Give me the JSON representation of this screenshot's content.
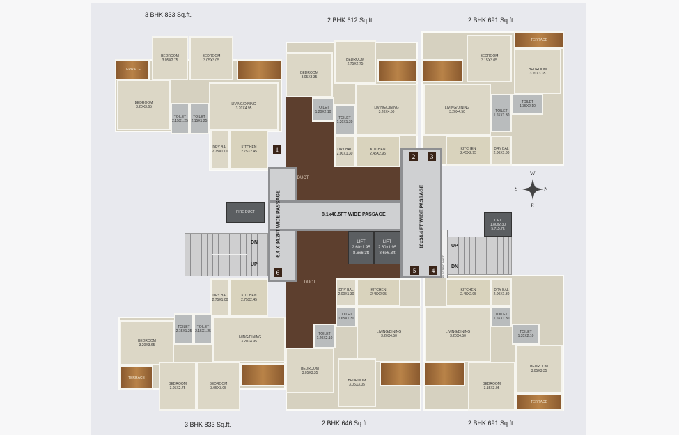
{
  "headings": {
    "top_left": "3 BHK 833 Sq.ft.",
    "top_mid": "2 BHK 612 Sq.ft.",
    "top_right": "2 BHK 691 Sq.ft.",
    "bottom_left": "3 BHK 833 Sq.ft.",
    "bottom_mid": "2 BHK 646 Sq.ft.",
    "bottom_right": "2 BHK 691 Sq.ft."
  },
  "units": [
    {
      "number": "1",
      "rooms": [
        {
          "name": "BEDROOM",
          "size": "3.20X3.65"
        },
        {
          "name": "BEDROOM",
          "size": "3.05X2.75"
        },
        {
          "name": "BEDROOM",
          "size": "3.05X3.05"
        },
        {
          "name": "TERRACE",
          "size": ""
        },
        {
          "name": "",
          "size": ""
        },
        {
          "name": "TOILET",
          "size": "2.15X1.25"
        },
        {
          "name": "TOILET",
          "size": "2.15X1.25"
        },
        {
          "name": "LIVING/DINING",
          "size": "3.20X4.95"
        },
        {
          "name": "KITCHEN",
          "size": "2.75X2.45"
        },
        {
          "name": "DRY BAL",
          "size": "2.75X1.00"
        }
      ]
    },
    {
      "number": "2",
      "rooms": [
        {
          "name": "BEDROOM",
          "size": "3.05X3.35"
        },
        {
          "name": "BEDROOM",
          "size": "2.75X2.75"
        },
        {
          "name": "",
          "size": ""
        },
        {
          "name": "TOILET",
          "size": "1.20X2.10"
        },
        {
          "name": "TOILET",
          "size": "1.20X1.30"
        },
        {
          "name": "LIVING/DINING",
          "size": "3.20X4.50"
        },
        {
          "name": "KITCHEN",
          "size": "2.45X2.95"
        },
        {
          "name": "DRY BAL",
          "size": "2.00X1.30"
        }
      ]
    },
    {
      "number": "3",
      "rooms": [
        {
          "name": "",
          "size": ""
        },
        {
          "name": "BEDROOM",
          "size": "3.15X3.05"
        },
        {
          "name": "TERRACE",
          "size": ""
        },
        {
          "name": "BEDROOM",
          "size": "3.20X3.35"
        },
        {
          "name": "TOILET",
          "size": "1.35X2.10"
        },
        {
          "name": "TOILET",
          "size": "1.65X1.30"
        },
        {
          "name": "LIVING/DINING",
          "size": "3.20X4.50"
        },
        {
          "name": "KITCHEN",
          "size": "2.45X2.95"
        },
        {
          "name": "DRY BAL",
          "size": "2.00X1.30"
        }
      ]
    },
    {
      "number": "4",
      "rooms": [
        {
          "name": "KITCHEN",
          "size": "2.45X2.95"
        },
        {
          "name": "DRY BAL",
          "size": "2.00X1.30"
        },
        {
          "name": "TOILET",
          "size": "1.65X1.30"
        },
        {
          "name": "TOILET",
          "size": "1.35X2.10"
        },
        {
          "name": "LIVING/DINING",
          "size": "3.20X4.50"
        },
        {
          "name": "",
          "size": ""
        },
        {
          "name": "BEDROOM",
          "size": "3.15X3.05"
        },
        {
          "name": "BEDROOM",
          "size": "3.05X3.35"
        },
        {
          "name": "TERRACE",
          "size": ""
        }
      ]
    },
    {
      "number": "5",
      "rooms": [
        {
          "name": "DRY BAL",
          "size": "2.00X1.30"
        },
        {
          "name": "KITCHEN",
          "size": "2.45X2.95"
        },
        {
          "name": "TOILET",
          "size": "1.65X1.30"
        },
        {
          "name": "TOILET",
          "size": "1.20X2.10"
        },
        {
          "name": "BEDROOM",
          "size": "3.05X3.35"
        },
        {
          "name": "LIVING/DINING",
          "size": "3.20X4.50"
        },
        {
          "name": "BEDROOM",
          "size": "3.05X3.05"
        },
        {
          "name": "",
          "size": ""
        }
      ]
    },
    {
      "number": "6",
      "rooms": [
        {
          "name": "KITCHEN",
          "size": "2.75X2.45"
        },
        {
          "name": "DRY BAL",
          "size": "2.75X1.00"
        },
        {
          "name": "TOILET",
          "size": "2.15X1.25"
        },
        {
          "name": "TOILET",
          "size": "2.15X1.25"
        },
        {
          "name": "BEDROOM",
          "size": "3.20X3.65"
        },
        {
          "name": "LIVING/DINING",
          "size": "3.20X4.95"
        },
        {
          "name": "TERRACE",
          "size": ""
        },
        {
          "name": "BEDROOM",
          "size": "3.05X2.75"
        },
        {
          "name": "BEDROOM",
          "size": "3.05X3.05"
        },
        {
          "name": "",
          "size": ""
        }
      ]
    }
  ],
  "core": {
    "duct": "DUCT",
    "passage_main": "8.1x40.5FT WIDE PASSAGE",
    "passage_left": "6.4 X 34.2FT WIDE PASSAGE",
    "passage_right": "10x34.4 FT WIDE PASSAGE",
    "lift_label": "LIFT",
    "lift_size_m": "2.60x1.95",
    "lift_size_ft": "8.6x6.3ft",
    "lift_small_size_m": "1.80x2.30",
    "lift_small_size_ft": "5.7x5.7ft",
    "fire_duct": "FIRE DUCT",
    "electric_duct": "ELECTRIC DUCT",
    "up": "UP",
    "dn": "DN"
  },
  "compass": {
    "n": "N",
    "s": "S",
    "e": "E",
    "w": "W"
  }
}
